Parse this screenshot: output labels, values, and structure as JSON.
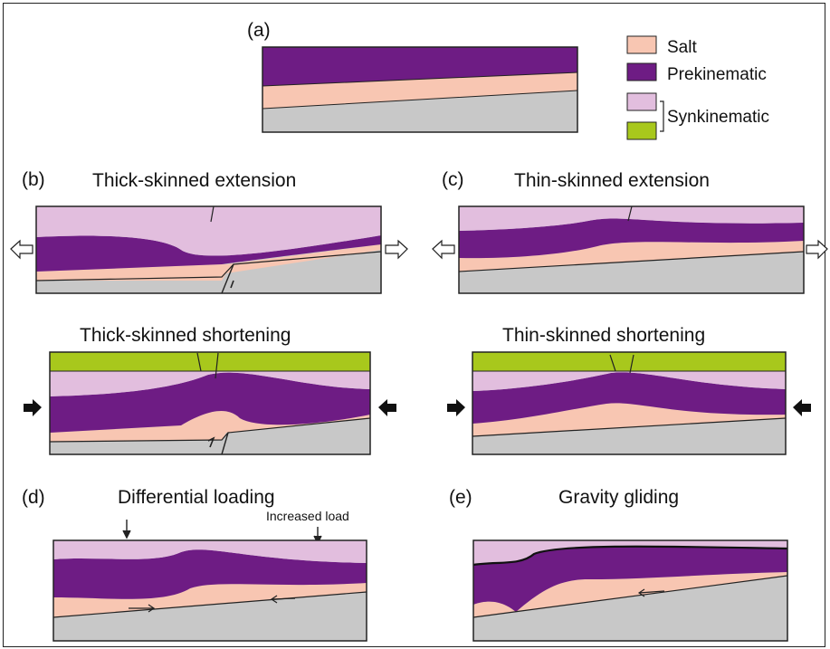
{
  "colors": {
    "salt": "#f8c6b2",
    "prekinematic": "#6e1c84",
    "synkinematic_early": "#e2bede",
    "synkinematic_late": "#a8c81c",
    "basement": "#c8c8c8",
    "outline": "#222222"
  },
  "legend": {
    "salt": "Salt",
    "prekinematic": "Prekinematic",
    "synkinematic": "Synkinematic"
  },
  "panels": {
    "a": {
      "label": "(a)"
    },
    "b": {
      "label": "(b)",
      "title_top": "Thick-skinned extension",
      "title_bottom": "Thick-skinned shortening"
    },
    "c": {
      "label": "(c)",
      "title_top": "Thin-skinned extension",
      "title_bottom": "Thin-skinned shortening"
    },
    "d": {
      "label": "(d)",
      "title": "Differential loading",
      "annotation": "Increased load"
    },
    "e": {
      "label": "(e)",
      "title": "Gravity gliding"
    }
  },
  "icons": [
    "hollow-arrow-left-icon",
    "hollow-arrow-right-icon",
    "solid-arrow-right-icon",
    "solid-arrow-left-icon",
    "load-arrow-icon",
    "flow-arrow-icon"
  ]
}
